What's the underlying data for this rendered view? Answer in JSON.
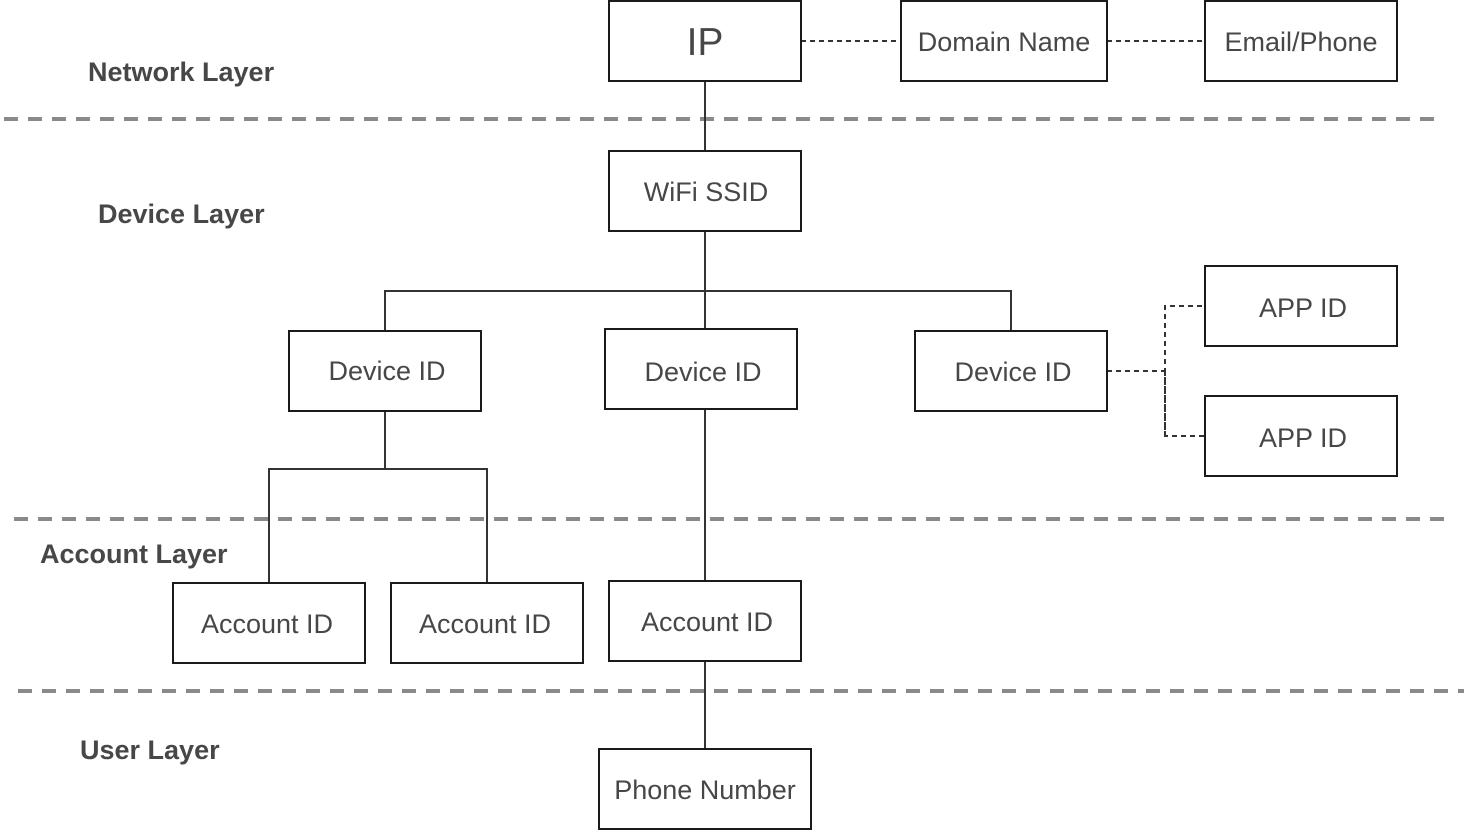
{
  "layers": {
    "network": "Network Layer",
    "device": "Device Layer",
    "account": "Account Layer",
    "user": "User Layer"
  },
  "nodes": {
    "ip": "IP",
    "domain_name": "Domain Name",
    "email_phone": "Email/Phone",
    "wifi_ssid": "WiFi SSID",
    "device_id_1": "Device ID",
    "device_id_2": "Device ID",
    "device_id_3": "Device ID",
    "app_id_1": "APP ID",
    "app_id_2": "APP ID",
    "account_id_1": "Account ID",
    "account_id_2": "Account ID",
    "account_id_3": "Account ID",
    "phone_number": "Phone Number"
  },
  "colors": {
    "text": "#474747",
    "border": "#1a1a1a",
    "divider": "#8a8a8a"
  }
}
